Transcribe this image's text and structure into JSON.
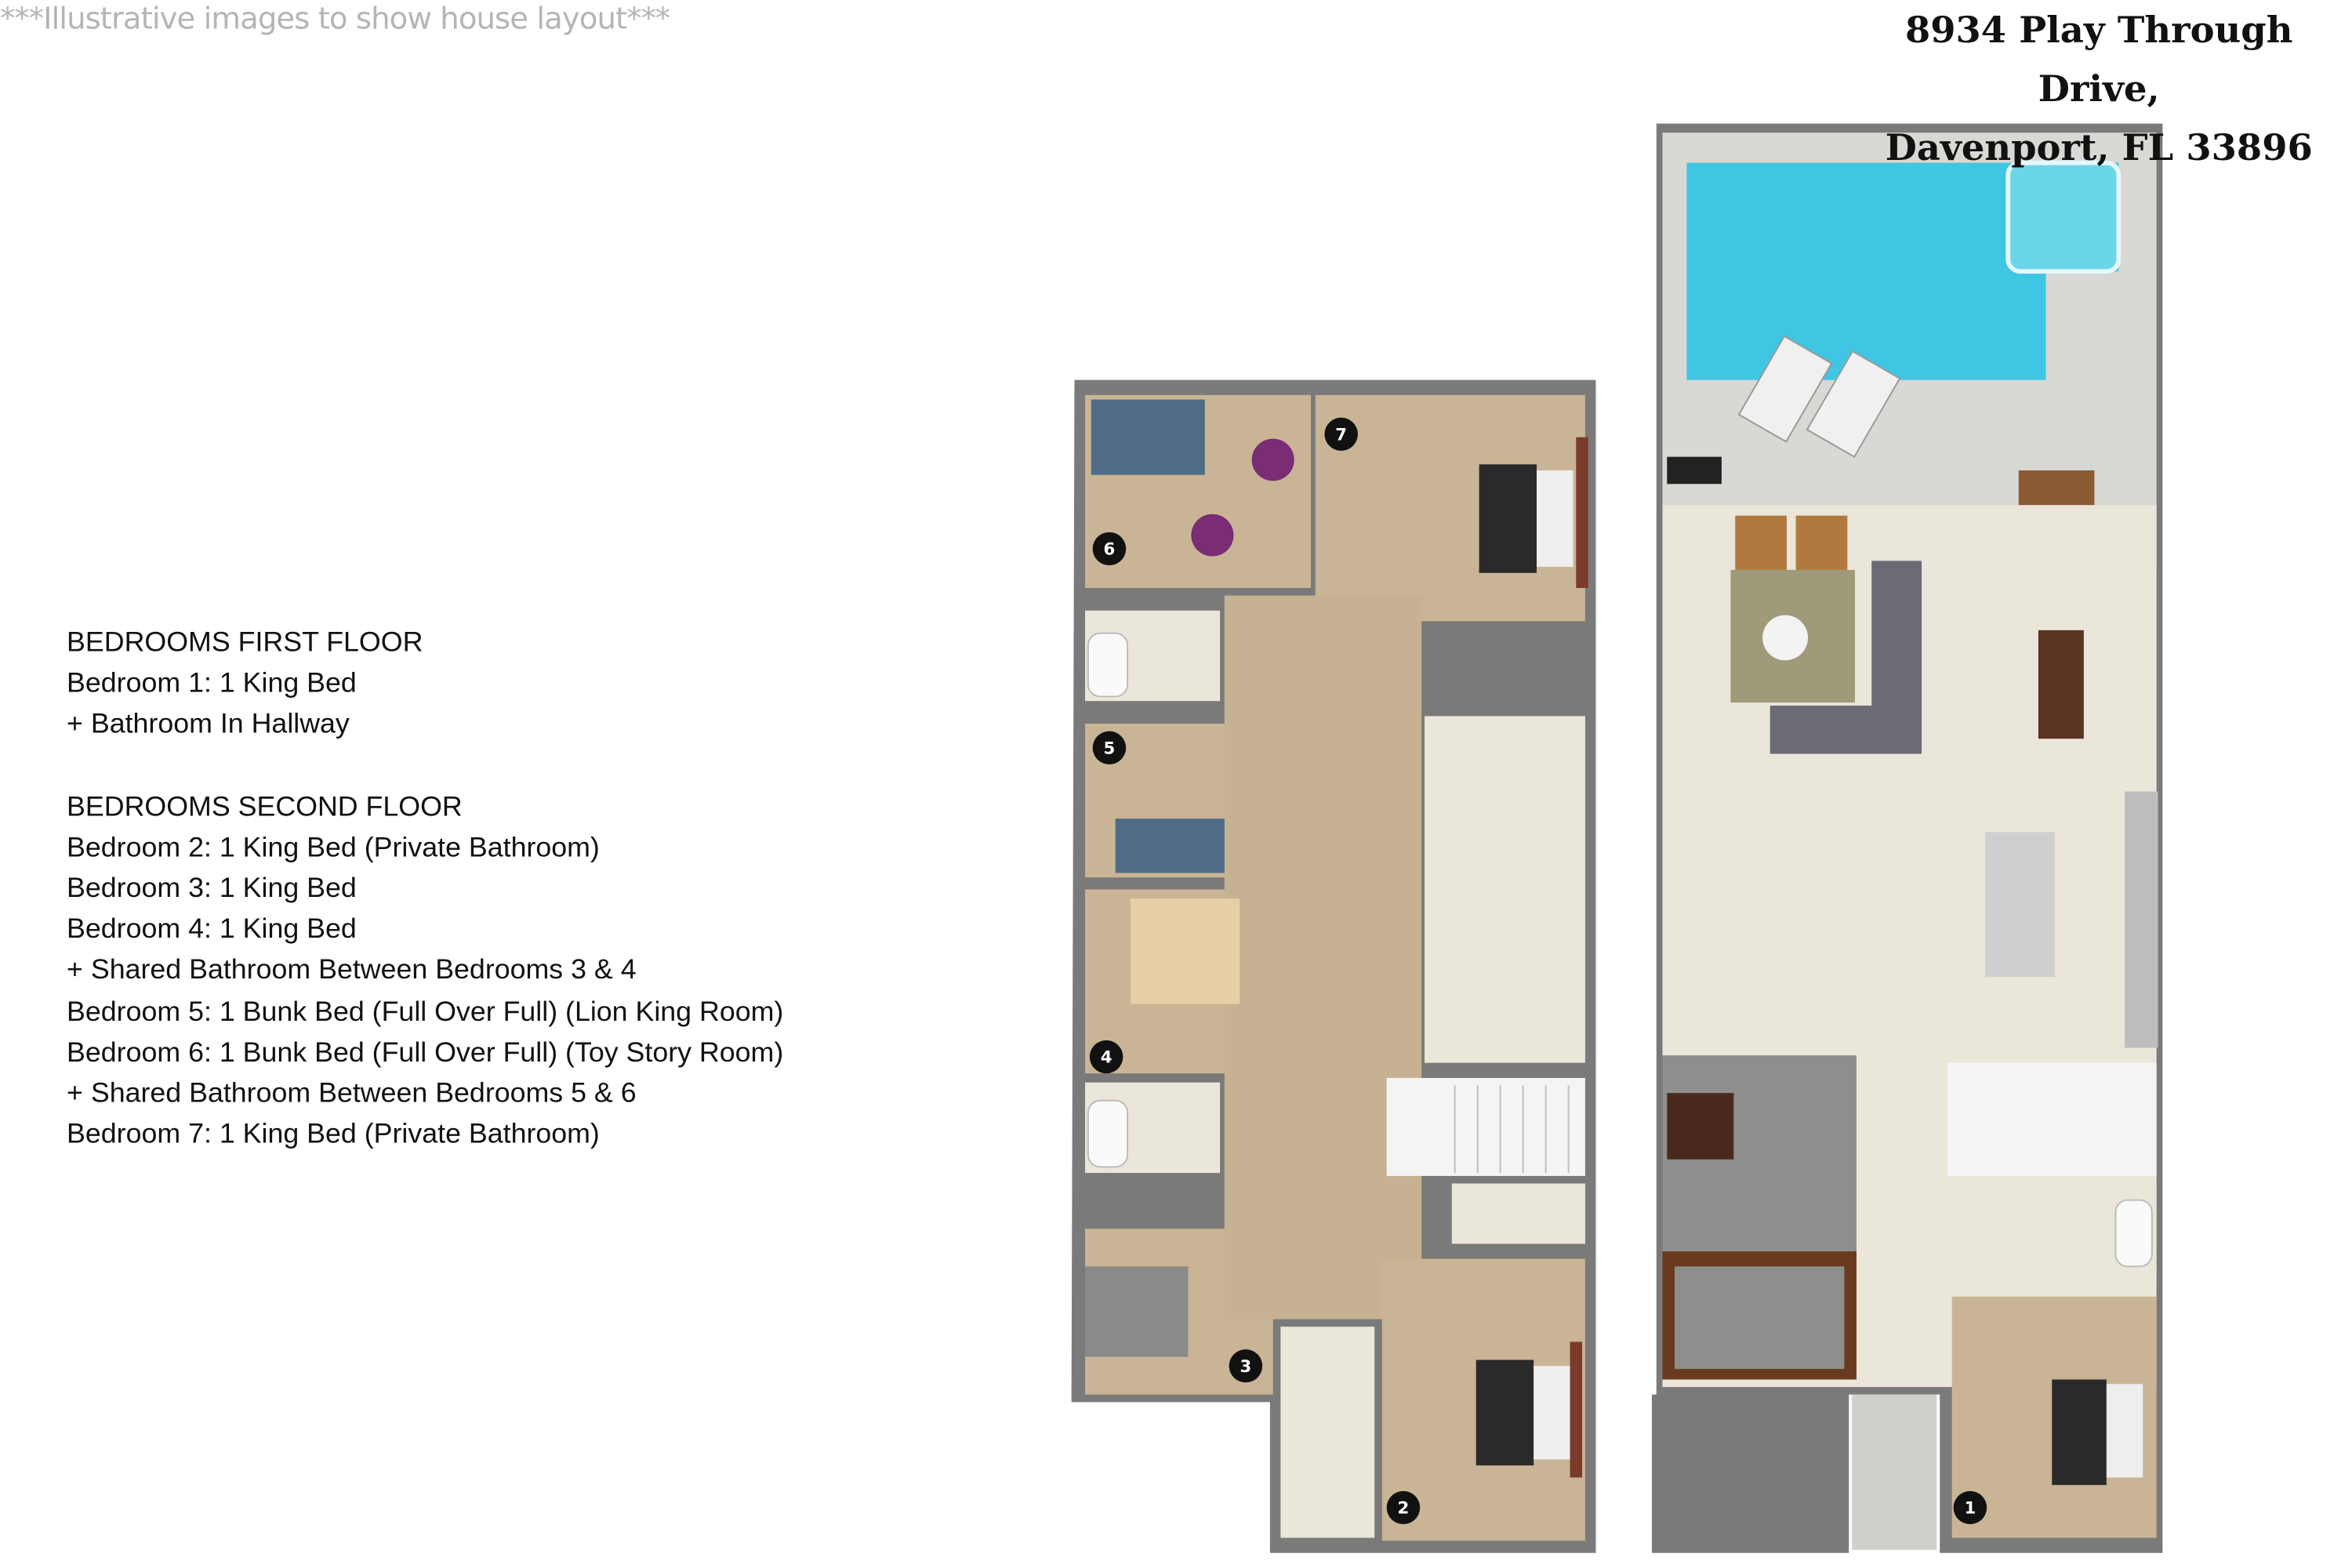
{
  "header": {
    "disclaimer": "***Illustrative images to show house layout***",
    "address_line1": "8934 Play Through Drive,",
    "address_line2": "Davenport, FL 33896"
  },
  "bedrooms": {
    "first_floor_heading": "BEDROOMS FIRST FLOOR",
    "first_floor": [
      "Bedroom 1: 1 King Bed",
      "+ Bathroom In Hallway"
    ],
    "second_floor_heading": "BEDROOMS SECOND FLOOR",
    "second_floor": [
      "Bedroom 2: 1 King Bed (Private Bathroom)",
      "Bedroom 3: 1 King Bed",
      "Bedroom 4: 1 King Bed",
      "+ Shared Bathroom Between Bedrooms 3 & 4",
      "Bedroom 5: 1 Bunk Bed (Full Over Full) (Lion King Room)",
      "Bedroom 6: 1 Bunk Bed (Full Over Full) (Toy Story Room)",
      "+ Shared Bathroom Between Bedrooms 5 & 6",
      "Bedroom 7: 1 King Bed (Private Bathroom)"
    ]
  },
  "floorplan": {
    "room_badges": [
      "1",
      "2",
      "3",
      "4",
      "5",
      "6",
      "7"
    ],
    "colors": {
      "wall": "#6f6f6f",
      "carpet": "#c9b595",
      "tile": "#ebe6da",
      "patio": "#d8d8d4",
      "pool": "#3fc6e2",
      "game_room": "#8e8e8e",
      "badge": "#111111"
    }
  }
}
